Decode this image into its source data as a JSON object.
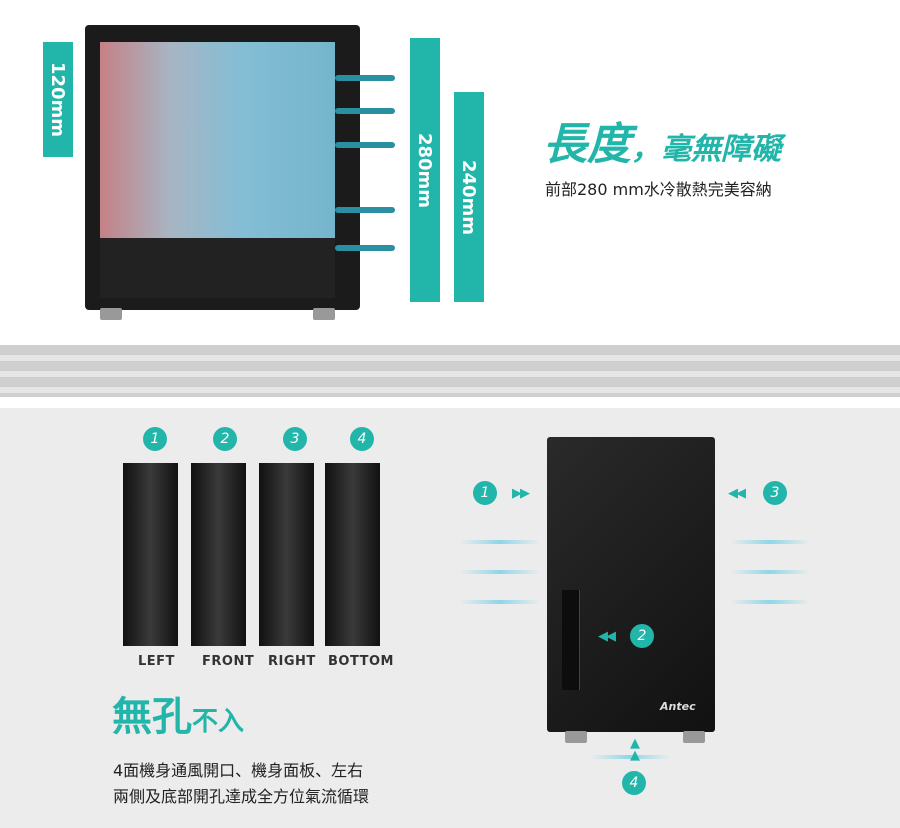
{
  "top": {
    "dim_120": "120mm",
    "dim_280": "280mm",
    "dim_240": "240mm",
    "title_main": "長度",
    "title_comma": "，",
    "title_rest": "毫無障礙",
    "subtitle": "前部280 mm水冷散熱完美容納"
  },
  "bottom": {
    "panels": [
      {
        "num": "1",
        "label": "LEFT"
      },
      {
        "num": "2",
        "label": "FRONT"
      },
      {
        "num": "3",
        "label": "RIGHT"
      },
      {
        "num": "4",
        "label": "BOTTOM"
      }
    ],
    "title_main": "無孔",
    "title_rest": "不入",
    "desc_line1": "4面機身通風開口、機身面板、左右",
    "desc_line2": "兩側及底部開孔達成全方位氣流循環",
    "brand": "Antec",
    "markers": [
      "1",
      "2",
      "3",
      "4"
    ]
  },
  "colors": {
    "accent": "#22b5aa"
  }
}
